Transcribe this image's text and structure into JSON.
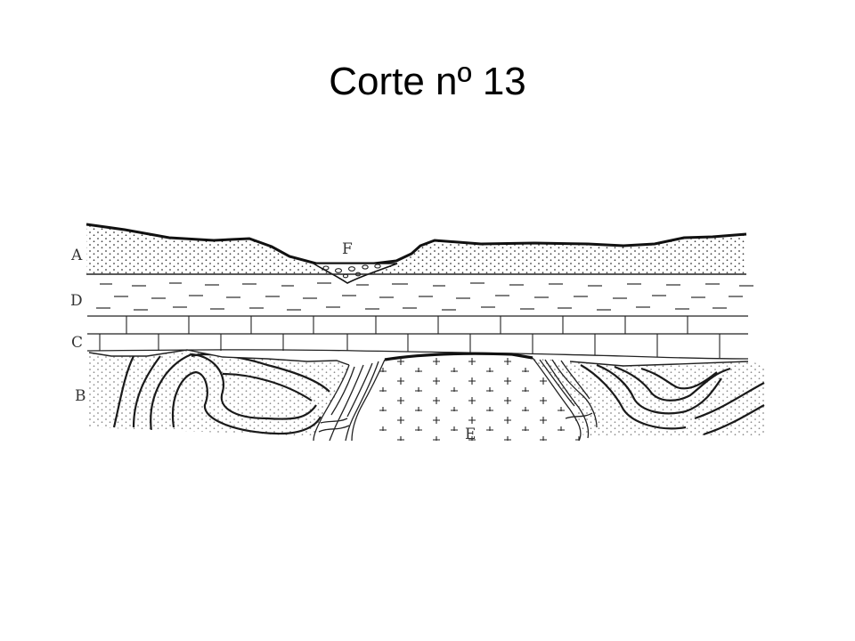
{
  "title": "Corte nº 13",
  "labels": {
    "a": "A",
    "d": "D",
    "c": "C",
    "b": "B",
    "f": "F",
    "e": "E"
  },
  "colors": {
    "ink": "#1a1a1a",
    "background": "#ffffff"
  }
}
